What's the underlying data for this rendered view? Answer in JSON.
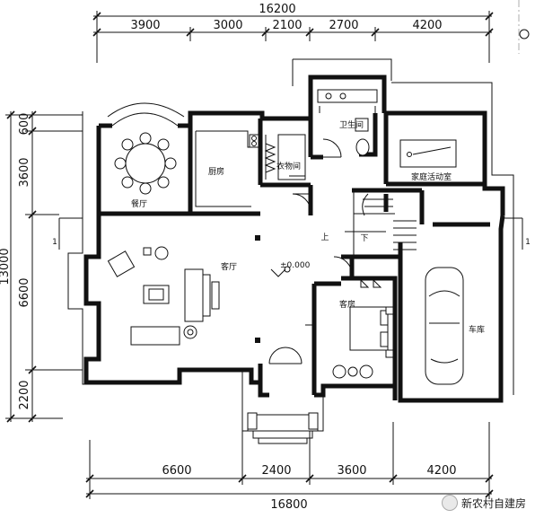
{
  "dimensions": {
    "top_total": "16200",
    "top_segments": [
      "3900",
      "3000",
      "2100",
      "2700",
      "4200"
    ],
    "bottom_total": "16800",
    "bottom_segments": [
      "6600",
      "2400",
      "3600",
      "4200"
    ],
    "left_total": "13000",
    "left_segments": [
      "600",
      "3600",
      "6600",
      "2200"
    ]
  },
  "rooms": {
    "bathroom": "卫生间",
    "kitchen": "厨房",
    "cloakroom": "衣物间",
    "family_room": "家庭活动室",
    "dining": "餐厅",
    "living": "客厅",
    "guest_room": "客房",
    "garage": "车库"
  },
  "annotations": {
    "elevation": "±0.000",
    "stair_up": "上",
    "stair_down": "下",
    "section_mark": "1"
  },
  "watermark": {
    "text": "新农村自建房",
    "icon": "wechat-icon"
  }
}
